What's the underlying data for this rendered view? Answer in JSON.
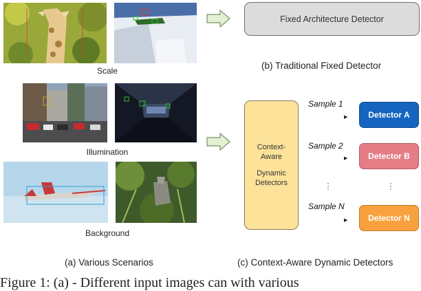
{
  "scenarios": {
    "scale_label": "Scale",
    "illumination_label": "Illumination",
    "background_label": "Background",
    "caption": "(a) Various Scenarios"
  },
  "traditional": {
    "box_label": "Fixed Architecture Detector",
    "caption": "(b) Traditional Fixed Detector"
  },
  "dynamic": {
    "context_box_lines": [
      "Context-",
      "Aware",
      "Dynamic",
      "Detectors"
    ],
    "samples": [
      "Sample 1",
      "Sample 2",
      "Sample N"
    ],
    "detectors": [
      "Detector A",
      "Detector B",
      "Detector N"
    ],
    "caption": "(c) Context-Aware Dynamic Detectors"
  },
  "figure_caption": "Figure 1: (a) - Different input images can with various",
  "colors": {
    "detector_a": "#1565c0",
    "detector_b": "#e57d86",
    "detector_n": "#f8a13e",
    "context_box": "#fde39a",
    "fixed_box": "#dcdcdc",
    "arrow_fill": "#e4f0d3"
  }
}
